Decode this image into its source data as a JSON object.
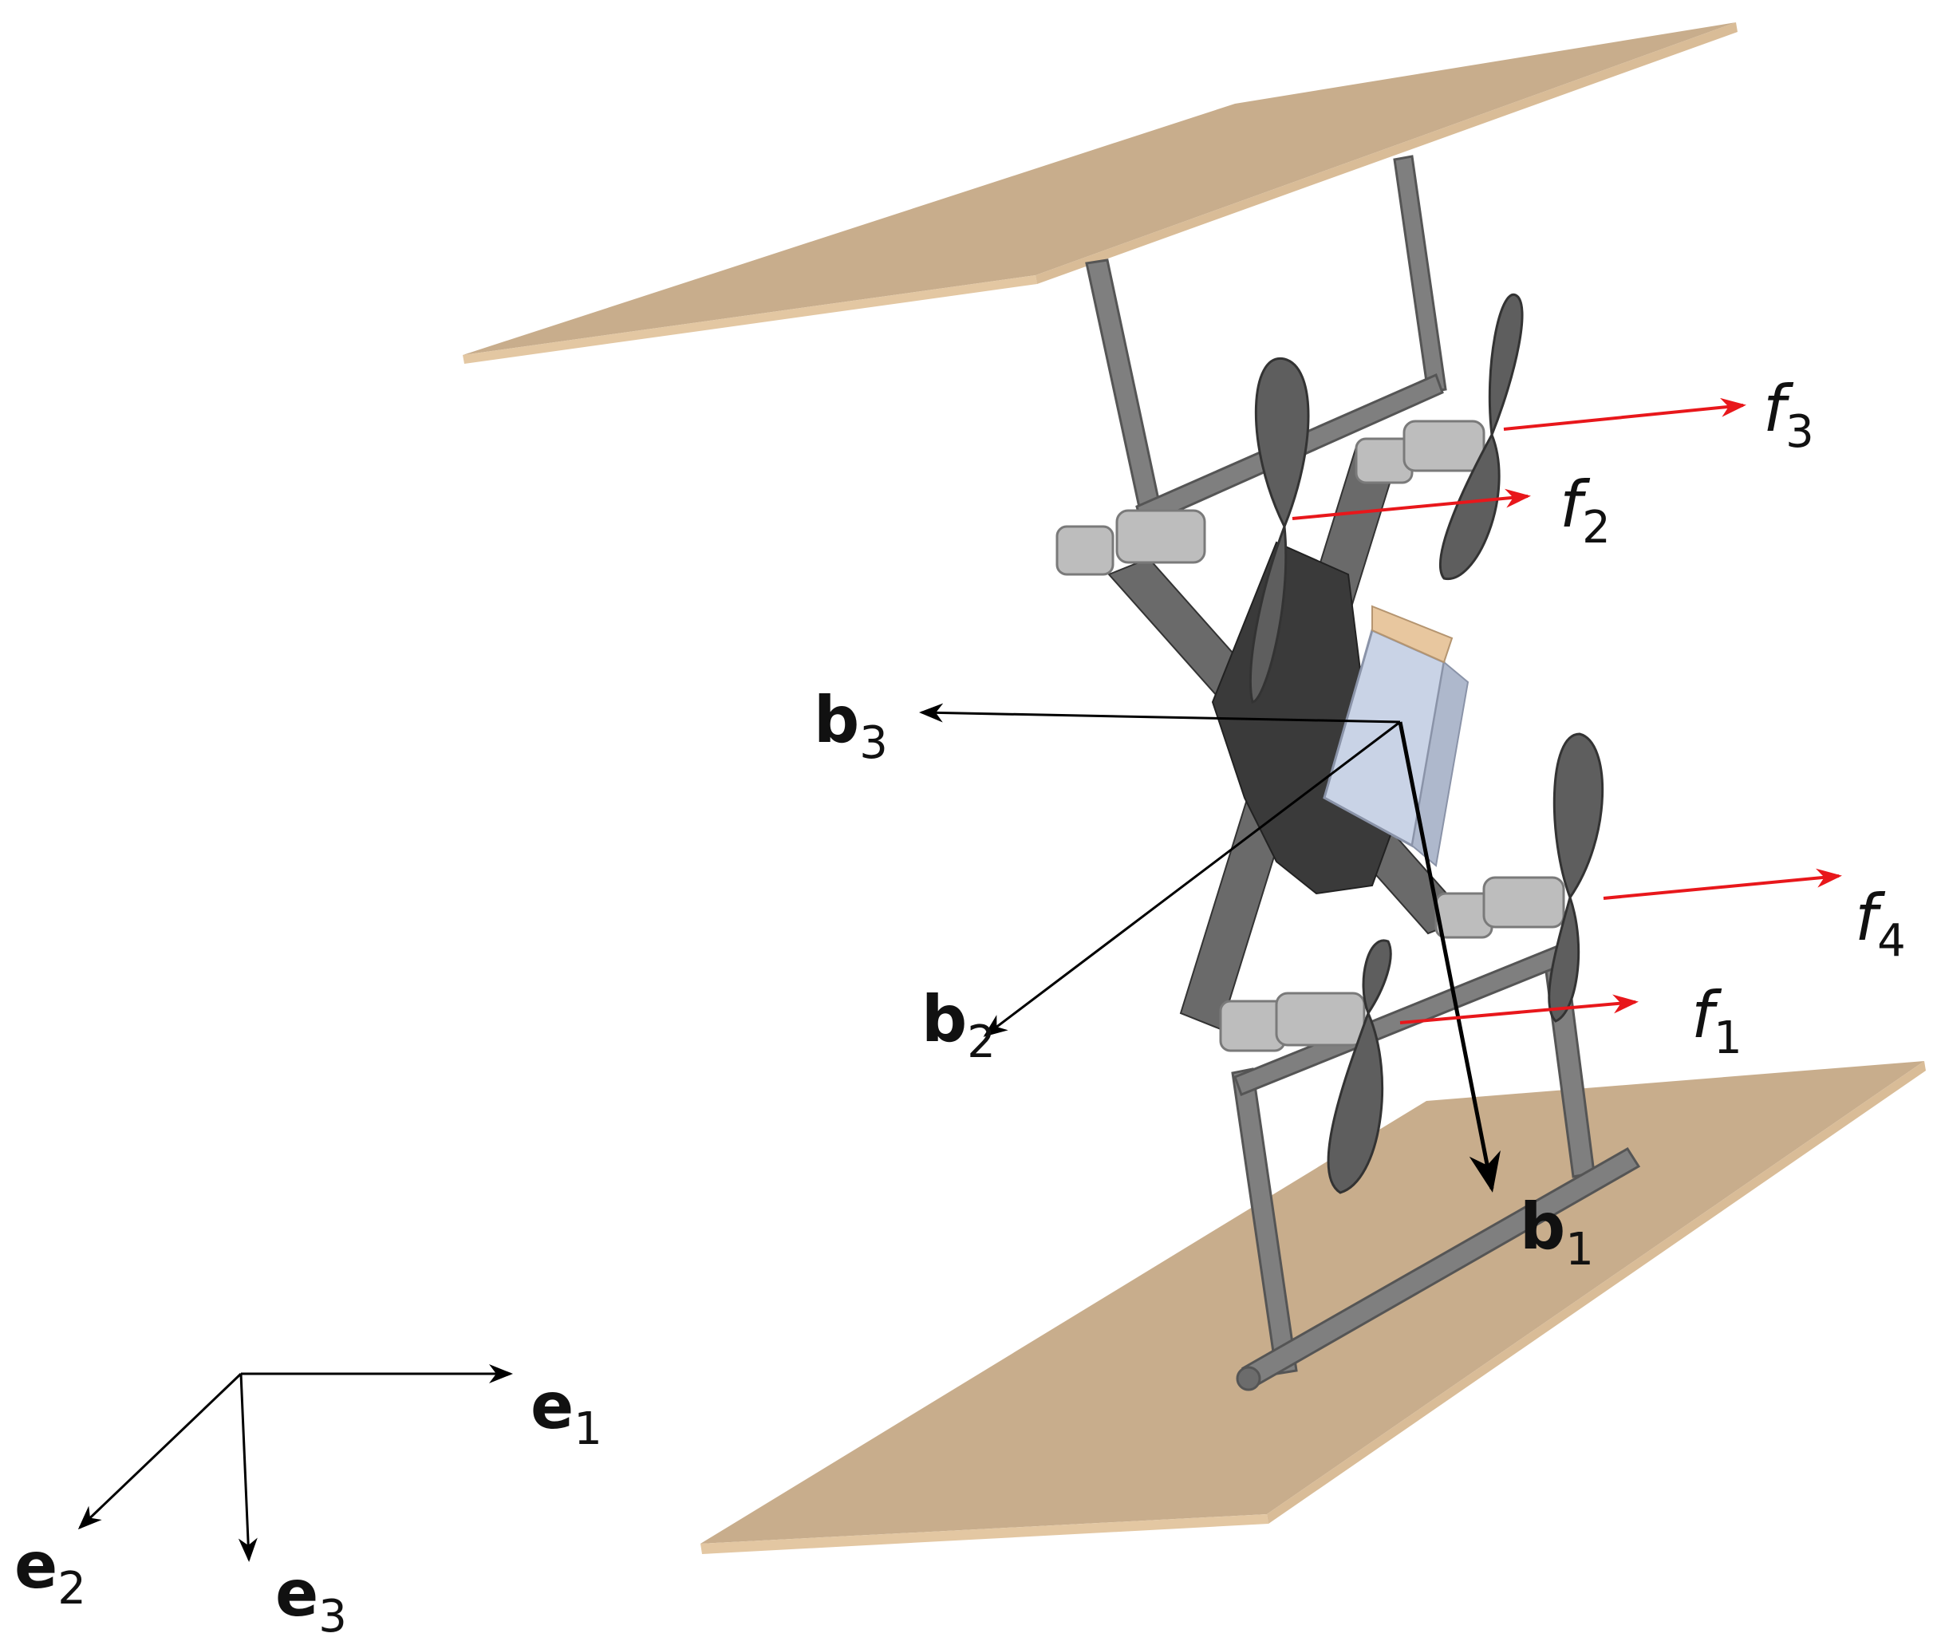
{
  "labels": {
    "e1": {
      "base": "e",
      "sub": "1"
    },
    "e2": {
      "base": "e",
      "sub": "2"
    },
    "e3": {
      "base": "e",
      "sub": "3"
    },
    "b1": {
      "base": "b",
      "sub": "1"
    },
    "b2": {
      "base": "b",
      "sub": "2"
    },
    "b3": {
      "base": "b",
      "sub": "3"
    },
    "f1": {
      "base": "f",
      "sub": "1"
    },
    "f2": {
      "base": "f",
      "sub": "2"
    },
    "f3": {
      "base": "f",
      "sub": "3"
    },
    "f4": {
      "base": "f",
      "sub": "4"
    }
  },
  "colors": {
    "board": "#c8ad8c",
    "board_edge": "#e3c7a2",
    "frame": "#7f7f7f",
    "frame_dark": "#555555",
    "propeller": "#5e5e5e",
    "motor": "#bdbdbd",
    "body": "#3a3a3a",
    "box": "#c9d3e6",
    "force_arrow": "#e8171b",
    "axis_arrow": "#000000"
  },
  "icons": {
    "drone": "quadrotor-drone-icon",
    "propeller": "propeller-icon",
    "motor": "motor-icon"
  }
}
